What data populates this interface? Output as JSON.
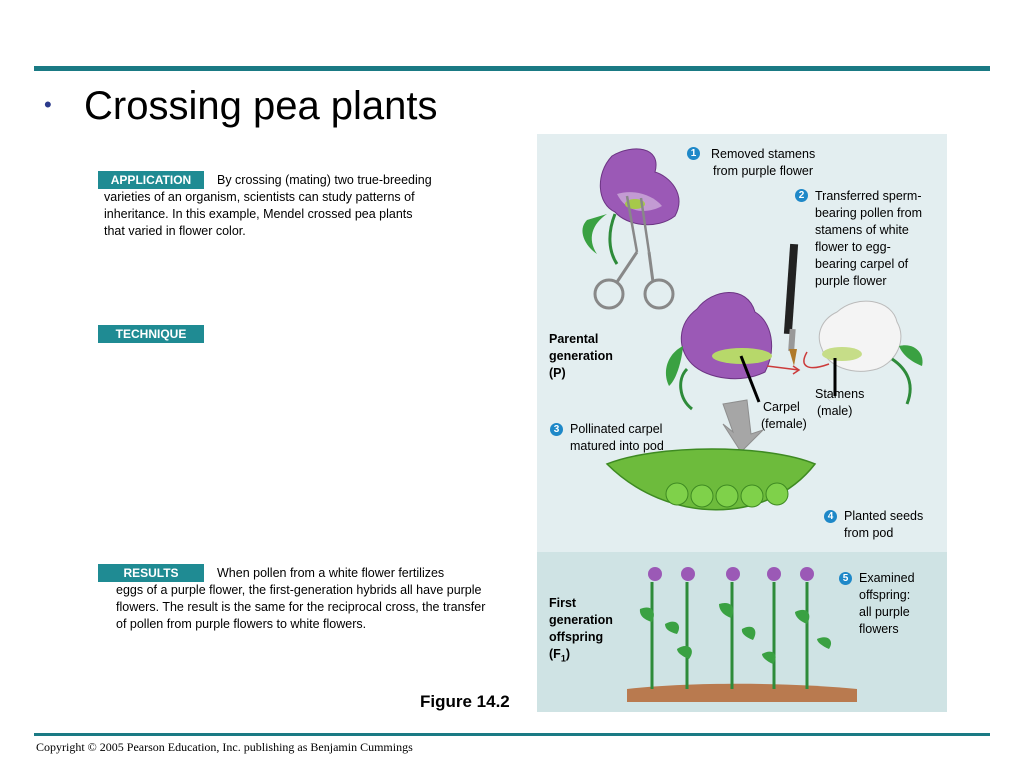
{
  "slide": {
    "bullet": "•",
    "title": "Crossing pea plants",
    "figure_caption": "Figure 14.2",
    "copyright": "Copyright © 2005 Pearson Education, Inc. publishing as Benjamin Cummings"
  },
  "sections": {
    "application": {
      "label": "APPLICATION",
      "lines": [
        "By crossing (mating) two true-breeding",
        "varieties of an organism, scientists can study patterns of",
        "inheritance. In this example, Mendel crossed pea plants",
        "that varied in flower color."
      ]
    },
    "technique": {
      "label": "TECHNIQUE"
    },
    "results": {
      "label": "RESULTS",
      "lines": [
        "When pollen from a white flower fertilizes",
        "eggs of a purple flower, the first-generation hybrids all have purple",
        "flowers. The result is the same for the reciprocal cross, the transfer",
        "of pollen from purple flowers to white flowers."
      ]
    }
  },
  "figure": {
    "steps": [
      {
        "num": "1",
        "lines": [
          "Removed stamens",
          "from purple flower"
        ]
      },
      {
        "num": "2",
        "lines": [
          "Transferred sperm-",
          "bearing pollen from",
          "stamens of white",
          "flower to egg-",
          "bearing carpel of",
          "purple flower"
        ]
      },
      {
        "num": "3",
        "lines": [
          "Pollinated carpel",
          "matured into pod"
        ]
      },
      {
        "num": "4",
        "lines": [
          "Planted seeds",
          "from pod"
        ]
      },
      {
        "num": "5",
        "lines": [
          "Examined",
          "offspring:",
          "all purple",
          "flowers"
        ]
      }
    ],
    "parental_label": [
      "Parental",
      "generation",
      "(P)"
    ],
    "carpel_label": [
      "Carpel",
      "(female)"
    ],
    "stamens_label": [
      "Stamens",
      "(male)"
    ],
    "f1_label": {
      "lines": [
        "First",
        "generation",
        "offspring"
      ],
      "symbol": "(F",
      "subscript": "1",
      "close": ")"
    }
  },
  "colors": {
    "accent": "#1a7a84",
    "label_box": "#1f8b93",
    "bullet": "#2b3a8c",
    "panel_top": "#e3eef0",
    "panel_bottom": "#cfe3e4",
    "step_circle": "#1e88c8",
    "purple_flower": "#9b59b6",
    "pea_pod": "#6dbb3c"
  }
}
